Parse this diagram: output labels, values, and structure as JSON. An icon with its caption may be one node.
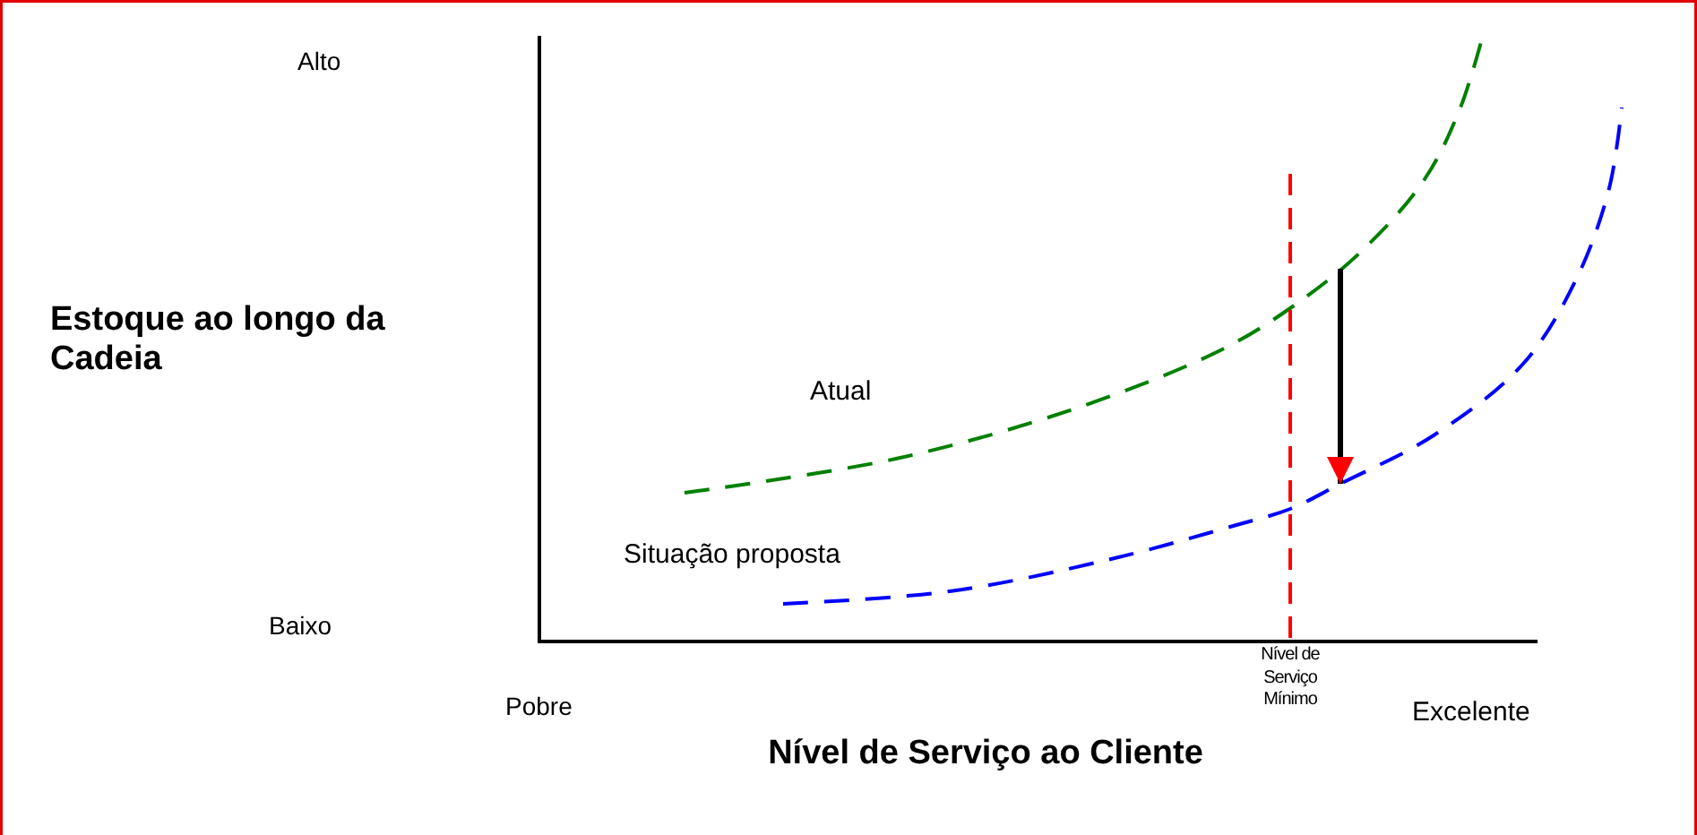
{
  "diagram": {
    "labels": [
      "Alto",
      "Estoque ao longo da Cadeia",
      "Atual",
      "Situação proposta",
      "Baixo",
      "Pobre",
      "Nível de Serviço Mínimo",
      "Excelente",
      "Nível de Serviço ao Cliente"
    ]
  }
}
